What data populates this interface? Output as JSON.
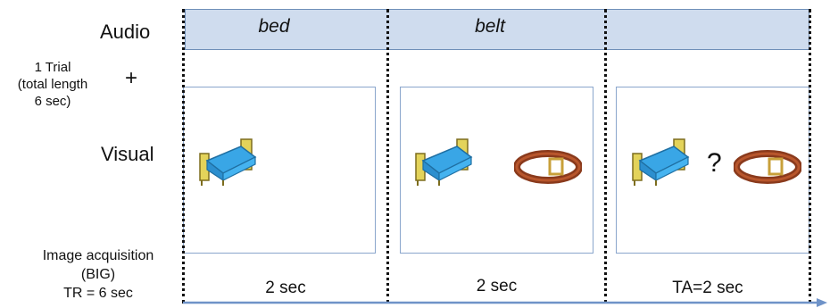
{
  "rows": {
    "audio": "Audio",
    "visual": "Visual",
    "trial_lines": [
      "1 Trial",
      "(total length",
      "6 sec)"
    ],
    "plus": "+",
    "acquisition_lines": [
      "Image acquisition",
      "(BIG)",
      "TR = 6 sec"
    ]
  },
  "audio_words": [
    "bed",
    "belt",
    ""
  ],
  "panels": [
    {
      "icons": [
        "bed-icon"
      ]
    },
    {
      "icons": [
        "bed-icon",
        "belt-icon"
      ]
    },
    {
      "icons": [
        "bed-icon",
        "question-mark",
        "belt-icon"
      ],
      "question": "?"
    }
  ],
  "durations": [
    "2 sec",
    "2 sec",
    "TA=2 sec"
  ],
  "colors": {
    "audio_bar": "#cfdcee",
    "frame_border": "#8aa6cc",
    "timeline_arrow": "#6f93c8"
  }
}
